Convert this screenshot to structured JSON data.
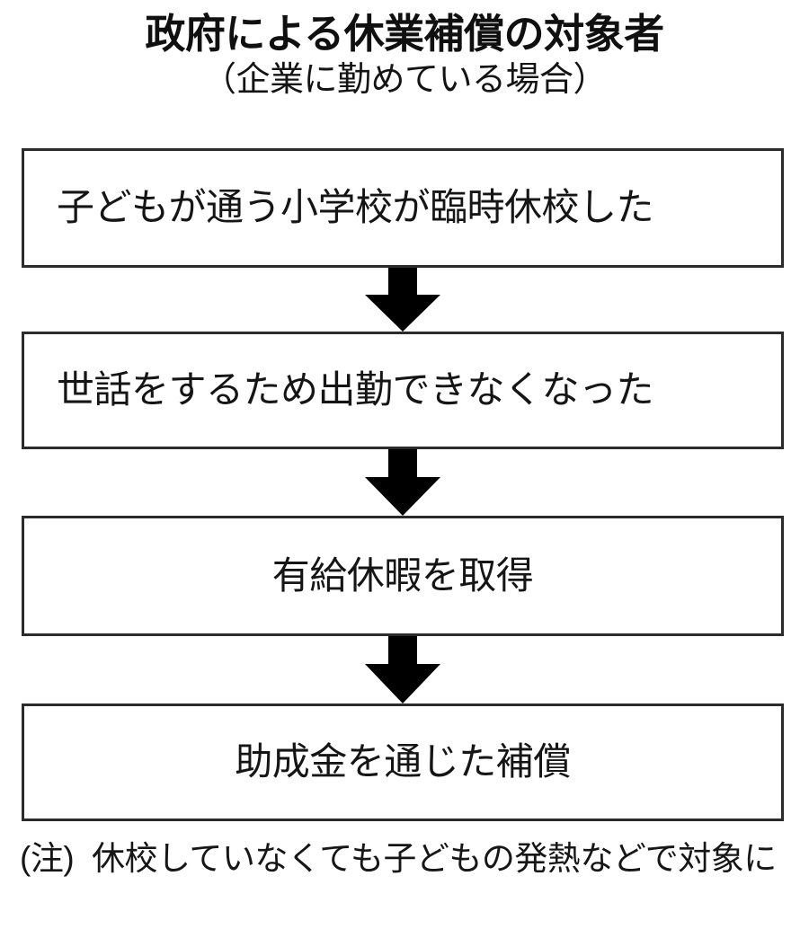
{
  "header": {
    "title": "政府による休業補償の対象者",
    "subtitle": "（企業に勤めている場合）"
  },
  "flow": {
    "steps": [
      {
        "id": "school-closed",
        "text": "子どもが通う小学校が臨時休校した",
        "align": "left"
      },
      {
        "id": "cannot-work",
        "text": "世話をするため出勤できなくなった",
        "align": "left"
      },
      {
        "id": "take-paid-leave",
        "text": "有給休暇を取得",
        "align": "center"
      },
      {
        "id": "subsidy-compensation",
        "text": "助成金を通じた補償",
        "align": "center"
      }
    ],
    "connector_icon": "down-arrow-icon"
  },
  "footnote": {
    "tag": "(注)",
    "text": "休校していなくても子どもの発熱などで対象に"
  },
  "colors": {
    "background": "#ffffff",
    "box_border": "#2b2b2b",
    "text": "#141414",
    "arrow_fill": "#000000"
  }
}
